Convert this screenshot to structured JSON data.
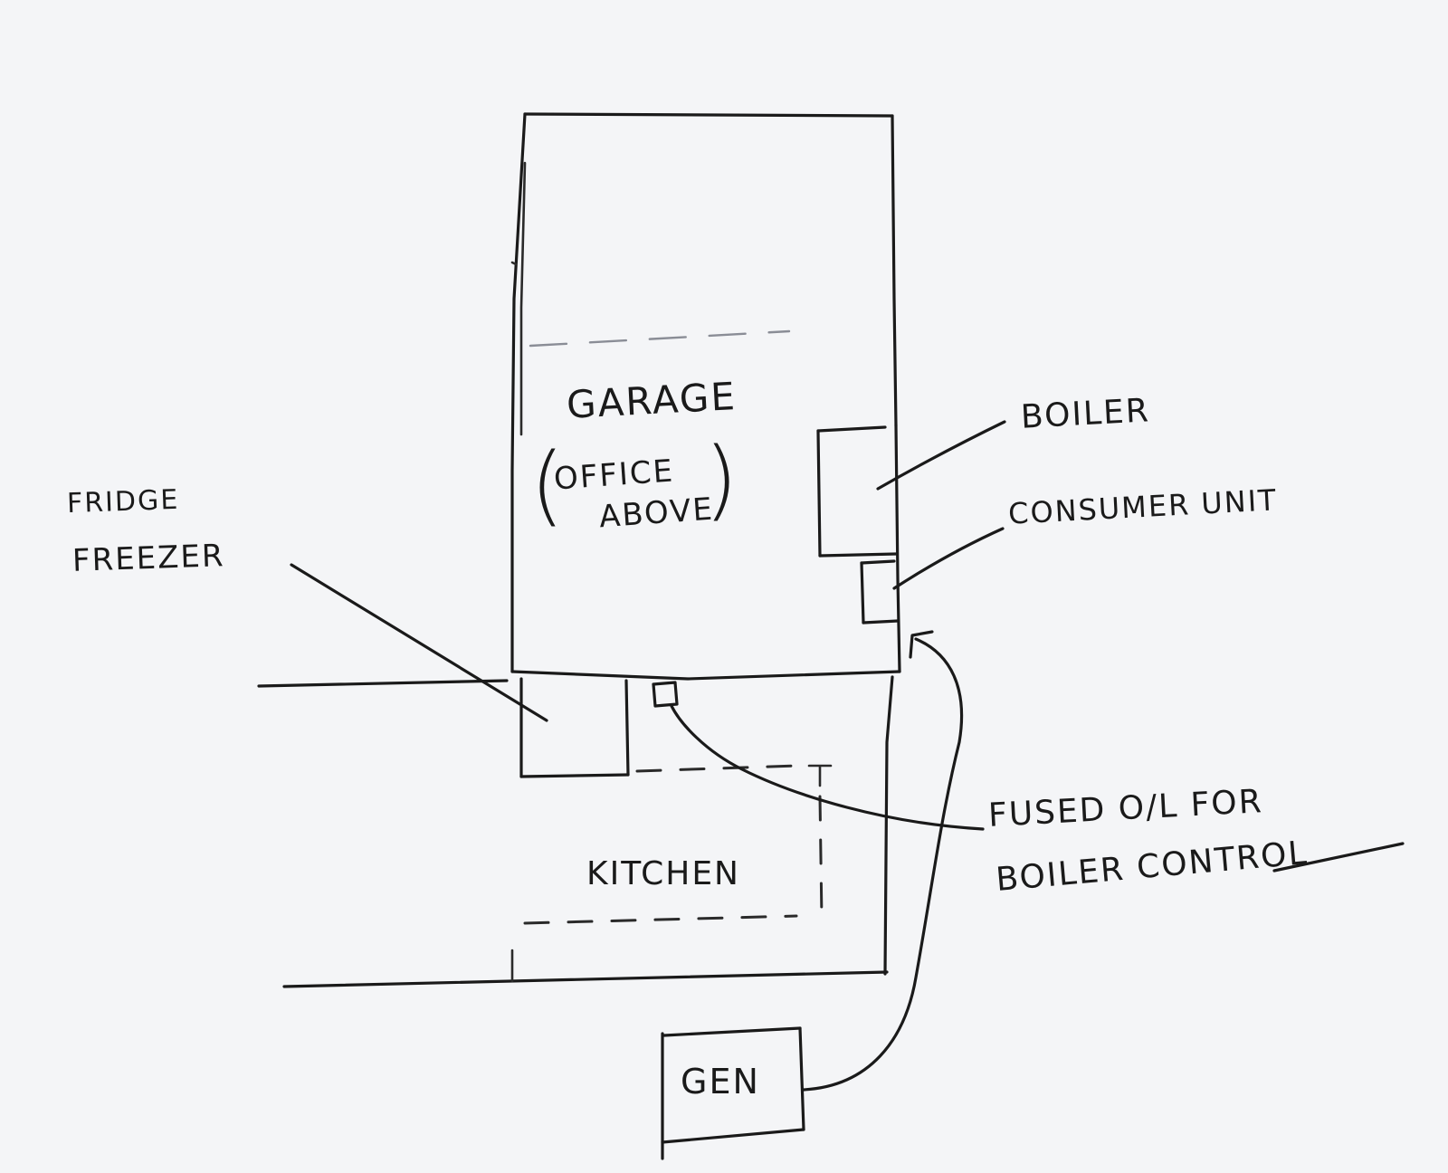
{
  "rooms": {
    "garage": "GARAGE",
    "office_line1": "OFFICE",
    "office_line2": "ABOVE",
    "paren_open": "(",
    "paren_close": ")",
    "kitchen": "KITCHEN"
  },
  "callouts": {
    "boiler": "BOILER",
    "consumer_unit": "CONSUMER UNIT",
    "fridge_line1": "FRIDGE",
    "fridge_line2": "FREEZER",
    "fused_line1": "FUSED O/L FOR",
    "fused_line2": "BOILER CONTROL"
  },
  "equipment": {
    "generator": "GEN"
  },
  "colors": {
    "paper": "#f4f5f7",
    "ink": "#1a1a1a"
  }
}
